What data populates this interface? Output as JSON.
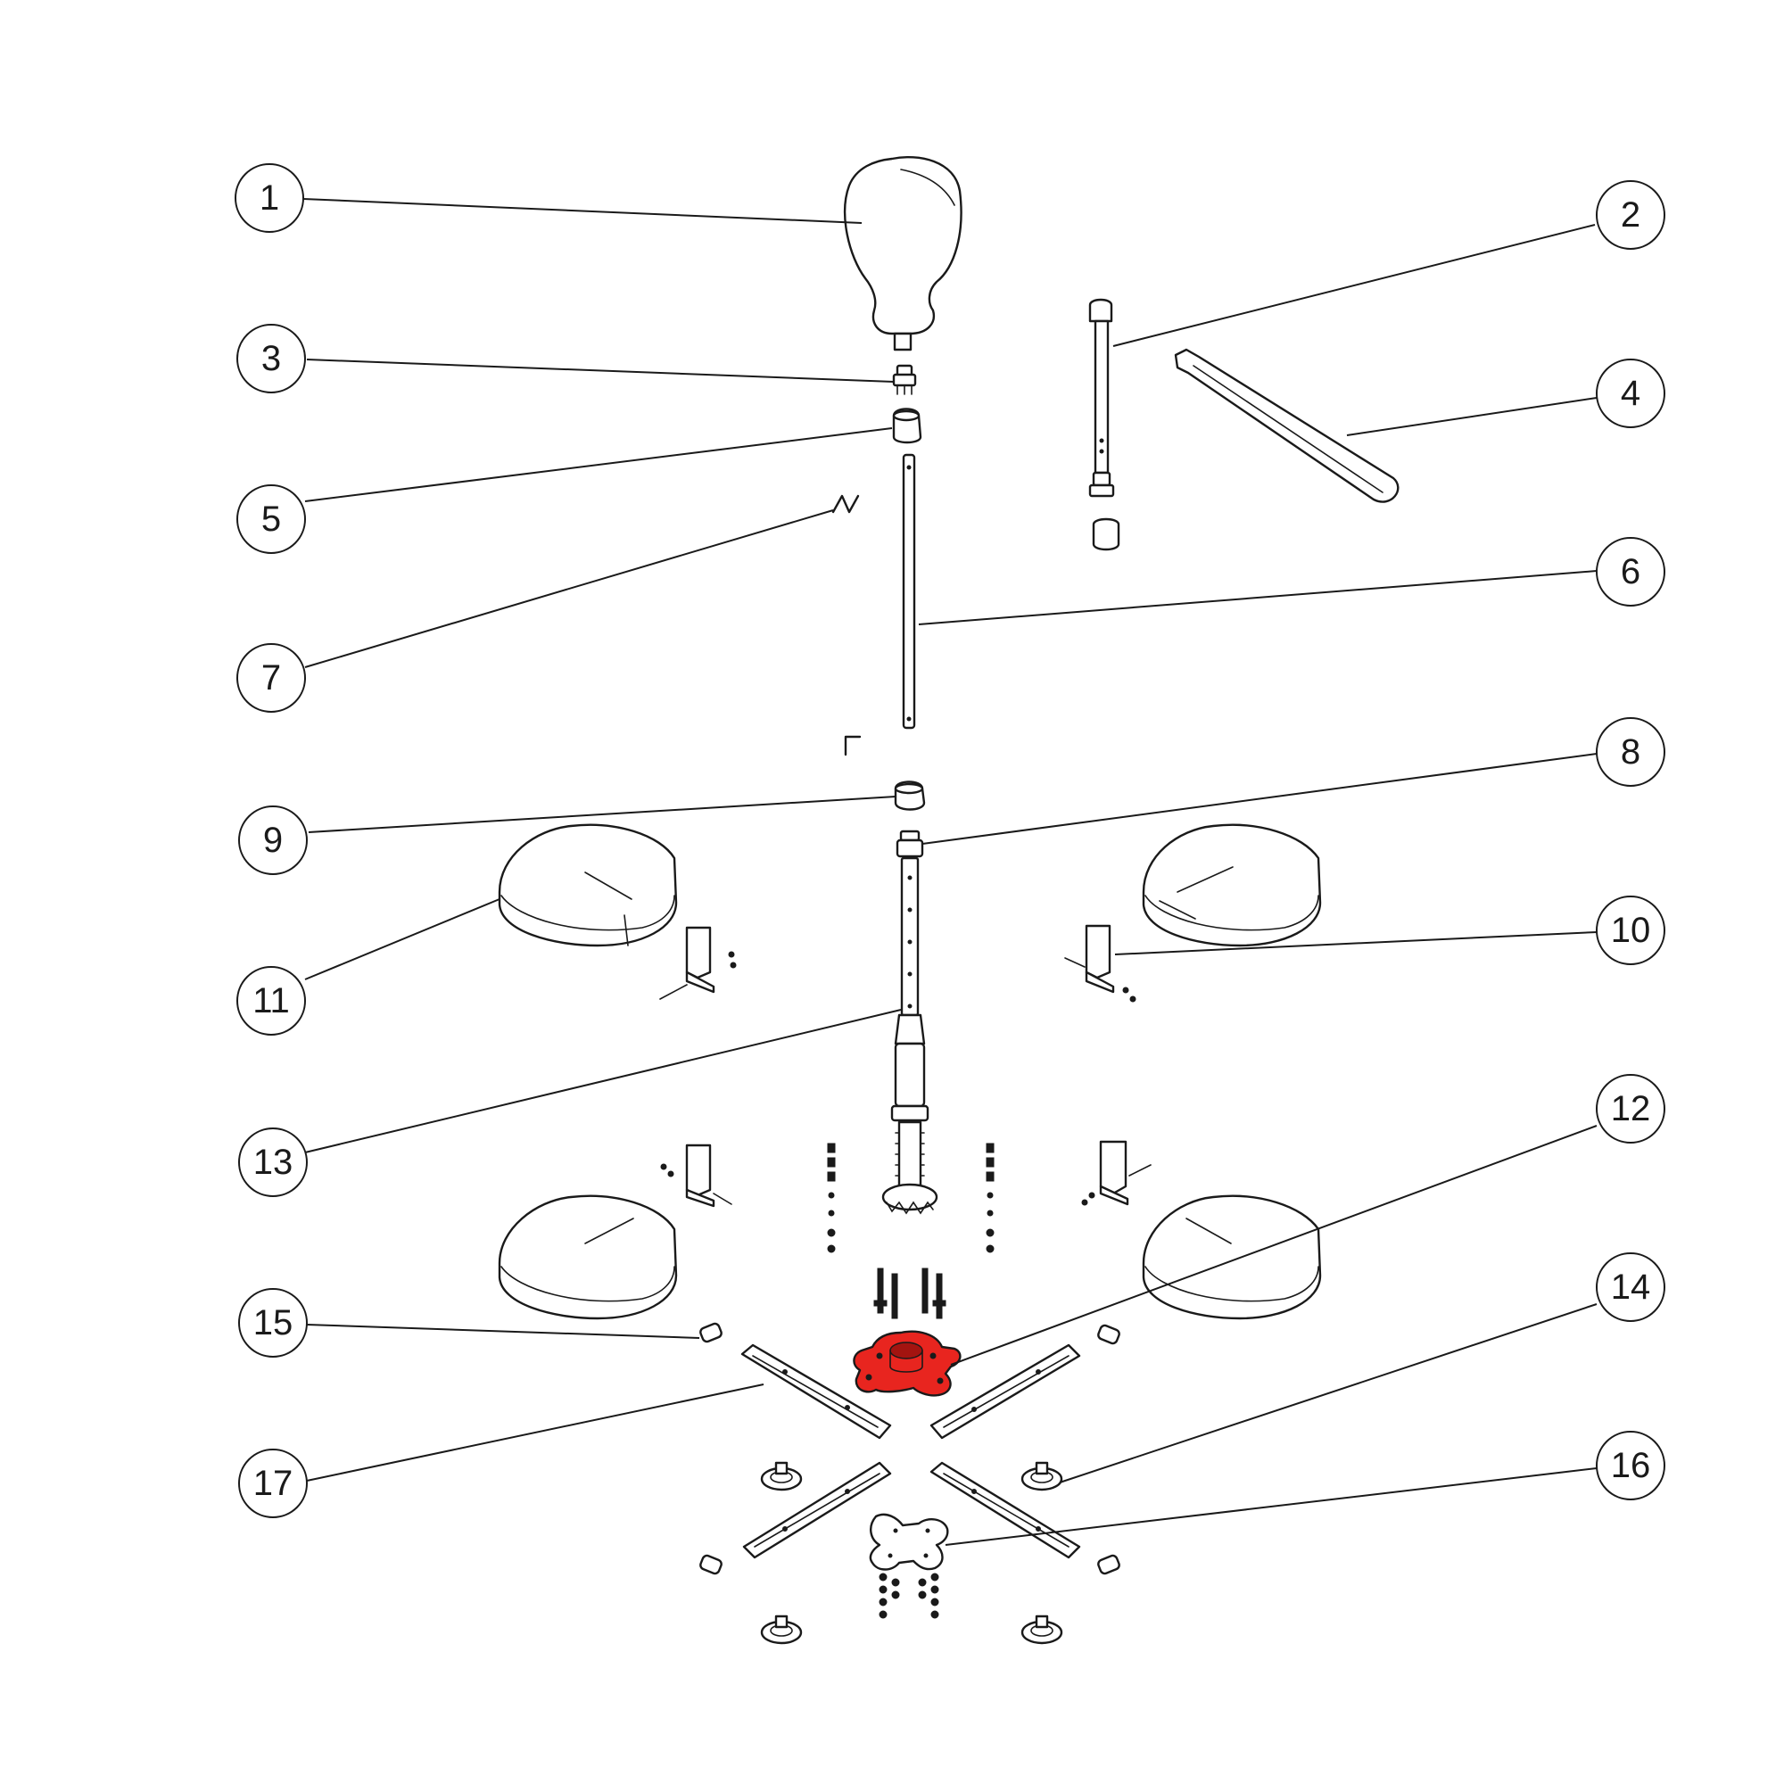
{
  "diagram": {
    "callouts": [
      {
        "label": "1"
      },
      {
        "label": "2"
      },
      {
        "label": "3"
      },
      {
        "label": "4"
      },
      {
        "label": "5"
      },
      {
        "label": "6"
      },
      {
        "label": "7"
      },
      {
        "label": "8"
      },
      {
        "label": "9"
      },
      {
        "label": "10"
      },
      {
        "label": "11"
      },
      {
        "label": "12"
      },
      {
        "label": "13"
      },
      {
        "label": "14"
      },
      {
        "label": "15"
      },
      {
        "label": "16"
      },
      {
        "label": "17"
      }
    ],
    "highlighted_part": "12",
    "colors": {
      "highlight": "#e8251f",
      "line": "#1a1a1a",
      "background": "#ffffff"
    }
  }
}
